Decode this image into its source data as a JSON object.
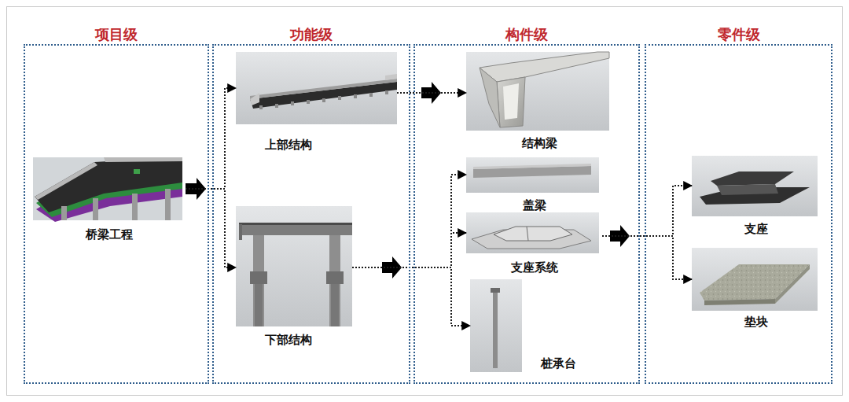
{
  "diagram": {
    "nodes": [
      {
        "text": [
          "项目级"
        ]
      },
      {
        "text": [
          "功能级"
        ]
      },
      {
        "text": [
          "构件级"
        ]
      },
      {
        "text": [
          "零件级"
        ]
      },
      {
        "text": [
          "桥梁工程"
        ],
        "in": 0
      },
      {
        "text": [
          "上部结构"
        ],
        "in": 1
      },
      {
        "text": [
          "下部结构"
        ],
        "in": 1
      },
      {
        "text": [
          "结构梁"
        ],
        "in": 2
      },
      {
        "text": [
          "盖梁"
        ],
        "in": 2
      },
      {
        "text": [
          "支座系统"
        ],
        "in": 2
      },
      {
        "text": [
          "桩承台"
        ],
        "in": 2
      },
      {
        "text": [
          "支座"
        ],
        "in": 3
      },
      {
        "text": [
          "垫块"
        ],
        "in": 3
      }
    ],
    "edges": [
      {
        "from": 4,
        "to": 5,
        "arrow": "to"
      },
      {
        "from": 4,
        "to": 6,
        "arrow": "to"
      },
      {
        "from": 5,
        "to": 7,
        "arrow": "to"
      },
      {
        "from": 6,
        "to": 8,
        "arrow": "to"
      },
      {
        "from": 6,
        "to": 9,
        "arrow": "to"
      },
      {
        "from": 6,
        "to": 10,
        "arrow": "to"
      },
      {
        "from": 9,
        "to": 11,
        "arrow": "to"
      },
      {
        "from": 9,
        "to": 12,
        "arrow": "to"
      }
    ]
  }
}
